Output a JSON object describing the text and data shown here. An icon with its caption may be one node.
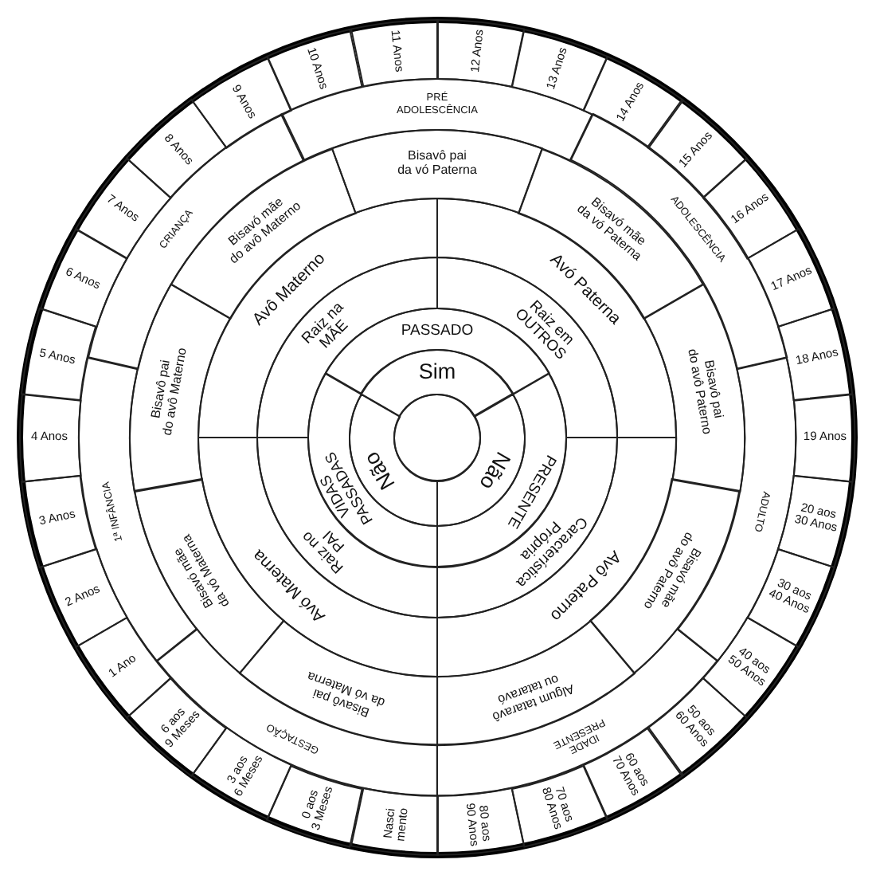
{
  "diagram": {
    "nodes": [
      {
        "text": [],
        "shape": "circle"
      },
      {
        "text": [
          "Sim"
        ]
      },
      {
        "text": [
          "Não"
        ]
      },
      {
        "text": [
          "Não"
        ]
      },
      {
        "text": [
          "PASSADO"
        ]
      },
      {
        "text": [
          "PRESENTE"
        ]
      },
      {
        "text": [
          "VIDAS PASSADAS"
        ]
      },
      {
        "text": [
          "Raiz na MÃE"
        ]
      },
      {
        "text": [
          "Raiz em OUTROS"
        ]
      },
      {
        "text": [
          "Característica Própria"
        ]
      },
      {
        "text": [
          "Raiz no PAI"
        ]
      },
      {
        "text": [
          "Avô Materno"
        ]
      },
      {
        "text": [
          "Avó Paterna"
        ]
      },
      {
        "text": [
          "Avô Paterno"
        ]
      },
      {
        "text": [
          "Avó Materna"
        ]
      },
      {
        "text": [
          "Bisavô pai da vó Paterna"
        ]
      },
      {
        "text": [
          "Bisavó mãe da vó Paterna"
        ]
      },
      {
        "text": [
          "Bisavô pai do avô Paterno"
        ]
      },
      {
        "text": [
          "Bisavó mãe do avô Paterno"
        ]
      },
      {
        "text": [
          "Algum tataravô ou tataravó"
        ]
      },
      {
        "text": [
          "Bisavô pai da vó Materna"
        ]
      },
      {
        "text": [
          "Bisavó mãe da vó Materna"
        ]
      },
      {
        "text": [
          "Bisavô pai do avô Materno"
        ]
      },
      {
        "text": [
          "Bisavó mãe do avô Materno"
        ]
      },
      {
        "text": [
          "PRÉ ADOLESCÊNCIA"
        ]
      },
      {
        "text": [
          "ADOLESCÊNCIA"
        ]
      },
      {
        "text": [
          "ADULTO"
        ]
      },
      {
        "text": [
          "IDADE PRESENTE"
        ]
      },
      {
        "text": [
          "GESTAÇÃO"
        ]
      },
      {
        "text": [
          "1ª INFÂNCIA"
        ]
      },
      {
        "text": [
          "CRIANÇA"
        ]
      },
      {
        "text": [
          "11 Anos"
        ]
      },
      {
        "text": [
          "12 Anos"
        ]
      },
      {
        "text": [
          "13 Anos"
        ]
      },
      {
        "text": [
          "14 Anos"
        ]
      },
      {
        "text": [
          "15 Anos"
        ]
      },
      {
        "text": [
          "16 Anos"
        ]
      },
      {
        "text": [
          "17 Anos"
        ]
      },
      {
        "text": [
          "18 Anos"
        ]
      },
      {
        "text": [
          "19 Anos"
        ]
      },
      {
        "text": [
          "20 aos 30 Anos"
        ]
      },
      {
        "text": [
          "30 aos 40 Anos"
        ]
      },
      {
        "text": [
          "40 aos 50 Anos"
        ]
      },
      {
        "text": [
          "50 aos 60 Anos"
        ]
      },
      {
        "text": [
          "60 aos 70 Anos"
        ]
      },
      {
        "text": [
          "70 aos 80 Anos"
        ]
      },
      {
        "text": [
          "80 aos 90 Anos"
        ]
      },
      {
        "text": [
          "Nasci mento"
        ]
      },
      {
        "text": [
          "0 aos 3 Meses"
        ]
      },
      {
        "text": [
          "3 aos 6 Meses"
        ]
      },
      {
        "text": [
          "6 aos 9 Meses"
        ]
      },
      {
        "text": [
          "1 Ano"
        ]
      },
      {
        "text": [
          "2 Anos"
        ]
      },
      {
        "text": [
          "3 Anos"
        ]
      },
      {
        "text": [
          "4 Anos"
        ]
      },
      {
        "text": [
          "5 Anos"
        ]
      },
      {
        "text": [
          "6 Anos"
        ]
      },
      {
        "text": [
          "7 Anos"
        ]
      },
      {
        "text": [
          "8 Anos"
        ]
      },
      {
        "text": [
          "9 Anos"
        ]
      },
      {
        "text": [
          "10 Anos"
        ]
      }
    ]
  }
}
